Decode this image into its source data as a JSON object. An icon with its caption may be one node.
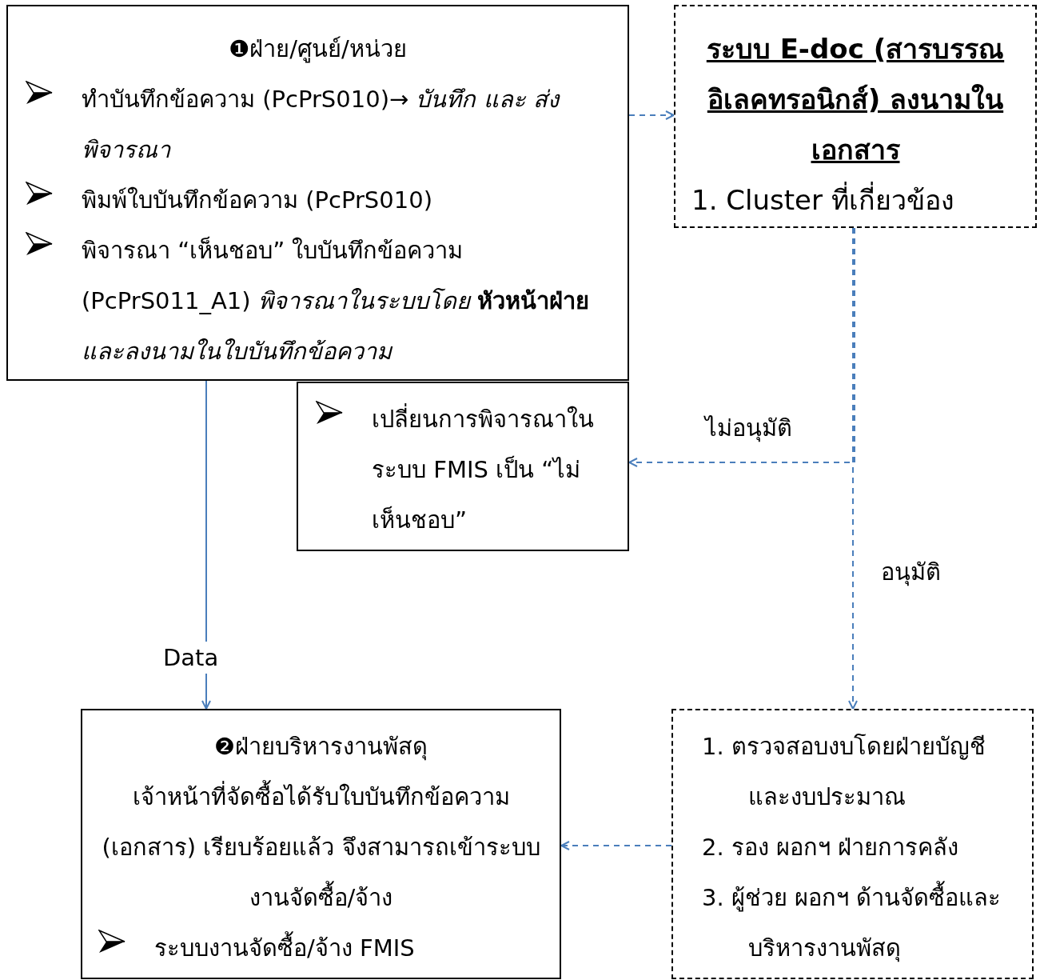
{
  "diagram": {
    "nodes": [
      {
        "text": [
          "❶ฝ่าย/ศูนย์/หน่วย",
          "ทำบันทึกข้อความ (PcPrS010)→ *บันทึก และ ส่งพิจารณา*",
          "พิมพ์ใบบันทึกข้อความ (PcPrS010)",
          "พิจารณา “เห็นชอบ” ใบบันทึกข้อความ (PcPrS011_A1) *พิจารณาในระบบโดย* **หัวหน้าฝ่าย** *และลงนามในใบบันทึกข้อความ*"
        ]
      },
      {
        "text": [
          "ระบบ E-doc (สารบรรณอิเลคทรอนิกส์) ลงนามในเอกสาร",
          "1. Cluster ที่เกี่ยวข้อง"
        ]
      },
      {
        "text": [
          "เปลี่ยนการพิจารณาในระบบ FMIS เป็น “ไม่เห็นชอบ”"
        ]
      },
      {
        "text": [
          "❷ฝ่ายบริหารงานพัสดุ",
          "เจ้าหน้าที่จัดซื้อได้รับใบบันทึกข้อความ (เอกสาร) เรียบร้อยแล้ว จึงสามารถเข้าระบบงานจัดซื้อ/จ้าง",
          "ระบบงานจัดซื้อ/จ้าง FMIS"
        ]
      },
      {
        "text": [
          "1. ตรวจสอบงบโดยฝ่ายบัญชีและงบประมาณ",
          "2. รอง ผอกฯ ฝ่ายการคลัง",
          "3. ผู้ช่วย ผอกฯ ด้านจัดซื้อและบริหารงานพัสดุ"
        ]
      }
    ],
    "edges": [
      {
        "from": 0,
        "to": 1,
        "arrow": "to",
        "style": "dashed"
      },
      {
        "from": 1,
        "to": 2,
        "arrow": "to",
        "style": "dashed",
        "label": "ไม่อนุมัติ"
      },
      {
        "from": 1,
        "to": 4,
        "arrow": "to",
        "style": "dashed",
        "label": "อนุมัติ"
      },
      {
        "from": 0,
        "to": 3,
        "arrow": "to",
        "label": "Data"
      },
      {
        "from": 4,
        "to": 3,
        "arrow": "to",
        "style": "dashed"
      }
    ]
  }
}
